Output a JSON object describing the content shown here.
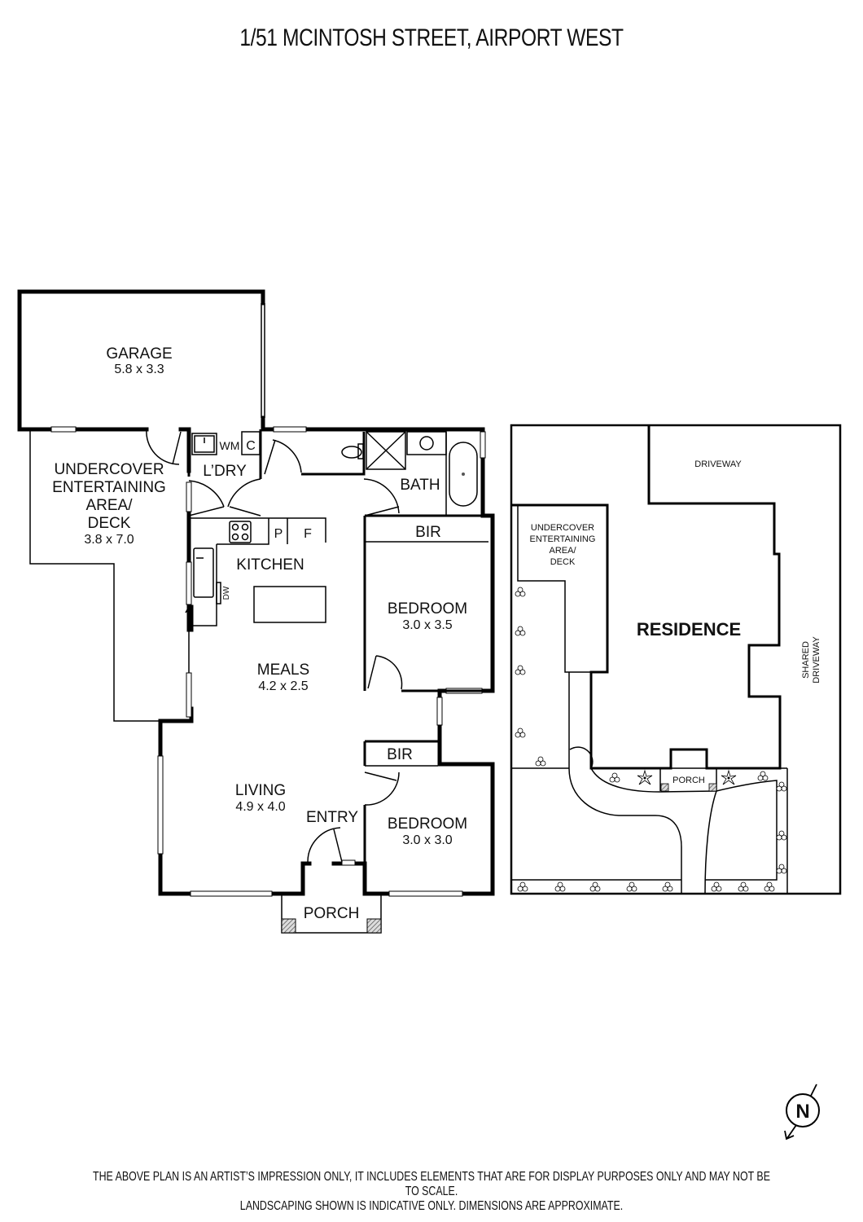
{
  "title": "1/51 MCINTOSH STREET, AIRPORT WEST",
  "floor_plan": {
    "rooms": [
      {
        "name": "GARAGE",
        "dims": "5.8 x 3.3"
      },
      {
        "name": "UNDERCOVER ENTERTAINING AREA/ DECK",
        "line1": "UNDERCOVER",
        "line2": "ENTERTAINING",
        "line3": "AREA/",
        "line4": "DECK",
        "dims": "3.8 x 7.0"
      },
      {
        "name": "L'DRY",
        "label": "L’DRY"
      },
      {
        "name": "WM",
        "label": "WM"
      },
      {
        "name": "C",
        "label": "C"
      },
      {
        "name": "BATH",
        "label": "BATH"
      },
      {
        "name": "BIR",
        "label": "BIR"
      },
      {
        "name": "KITCHEN",
        "label": "KITCHEN"
      },
      {
        "name": "P",
        "label": "P"
      },
      {
        "name": "F",
        "label": "F"
      },
      {
        "name": "DW",
        "label": "DW"
      },
      {
        "name": "BEDROOM",
        "dims": "3.0 x 3.5"
      },
      {
        "name": "MEALS",
        "dims": "4.2 x 2.5"
      },
      {
        "name": "BIR",
        "label": "BIR"
      },
      {
        "name": "LIVING",
        "dims": "4.9 x 4.0"
      },
      {
        "name": "ENTRY",
        "label": "ENTRY"
      },
      {
        "name": "BEDROOM",
        "dims": "3.0 x 3.0"
      },
      {
        "name": "PORCH",
        "label": "PORCH"
      }
    ]
  },
  "site_plan": {
    "driveway": "DRIVEWAY",
    "deck_line1": "UNDERCOVER",
    "deck_line2": "ENTERTAINING",
    "deck_line3": "AREA/",
    "deck_line4": "DECK",
    "residence": "RESIDENCE",
    "porch": "PORCH",
    "shared_line1": "SHARED",
    "shared_line2": "DRIVEWAY"
  },
  "compass": {
    "label": "N"
  },
  "disclaimer": {
    "line1": "THE ABOVE PLAN IS AN ARTIST’S IMPRESSION ONLY, IT INCLUDES ELEMENTS THAT ARE FOR DISPLAY PURPOSES ONLY AND MAY NOT BE TO SCALE.",
    "line2": "LANDSCAPING SHOWN IS INDICATIVE ONLY. DIMENSIONS ARE APPROXIMATE."
  }
}
